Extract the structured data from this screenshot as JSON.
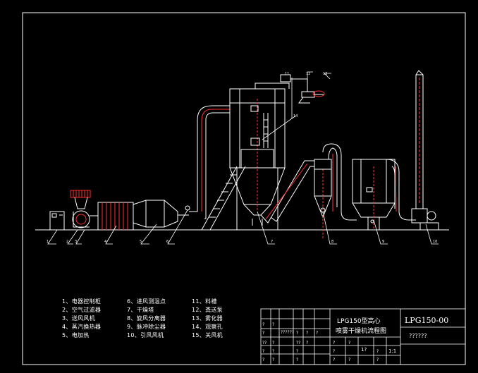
{
  "drawing": {
    "title_line1": "LPG150型高心",
    "title_line2": "喷雾干燥机流程图",
    "drawing_number": "LPG150-00",
    "subtitle_code": "??????",
    "scale": "1:1",
    "block_marks": {
      "left_row1": "??????",
      "mid_count": "1?"
    }
  },
  "legend": {
    "col1": [
      "1、电器控制柜",
      "2、空气过滤器",
      "3、送风风机",
      "4、蒸汽换热器",
      "5、电加热"
    ],
    "col2": [
      "6、进风测温点",
      "7、干燥塔",
      "8、旋风分离器",
      "9、脉冲除尘器",
      "10、引风风机"
    ],
    "col3": [
      "11、料槽",
      "12、粪送泵",
      "13、雾化器",
      "14、观察孔",
      "15、关风机"
    ]
  },
  "callouts": [
    "1",
    "2",
    "3",
    "4",
    "5",
    "6",
    "7",
    "8",
    "9",
    "10",
    "11",
    "12",
    "13",
    "14"
  ],
  "colors": {
    "background": "#000000",
    "line": "#ffffff",
    "accent": "#ff2020"
  }
}
